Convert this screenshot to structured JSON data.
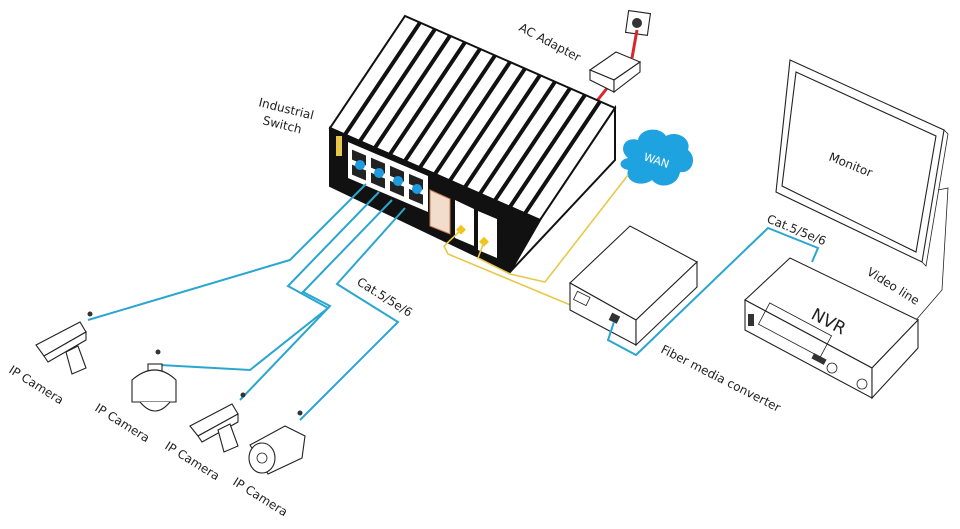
{
  "diagram": {
    "title": "Industrial Switch network topology",
    "labels": {
      "switch": [
        "Industrial",
        "Switch"
      ],
      "ac_adapter": "AC Adapter",
      "wan": "WAN",
      "monitor": "Monitor",
      "nvr": "NVR",
      "video_line": "Video line",
      "fiber_converter": "Fiber media converter",
      "cable_left": "Cat.5/5e/6",
      "cable_right": "Cat.5/5e/6",
      "camera_1": "IP Camera",
      "camera_2": "IP Camera",
      "camera_3": "IP Camera",
      "camera_4": "IP Camera"
    },
    "colors": {
      "ethernet_cable": "#2aa6cf",
      "fiber_cable": "#e8c84a",
      "power_cable": "#d9262c",
      "wan_cloud": "#1ea3e0",
      "switch_body": "#111111",
      "port_plug": "#1e9be0"
    },
    "nodes": [
      {
        "id": "switch",
        "type": "industrial-switch"
      },
      {
        "id": "ac_adapter",
        "type": "power-adapter"
      },
      {
        "id": "wan",
        "type": "cloud"
      },
      {
        "id": "fiber_converter",
        "type": "media-converter"
      },
      {
        "id": "nvr",
        "type": "nvr"
      },
      {
        "id": "monitor",
        "type": "monitor"
      },
      {
        "id": "camera_1",
        "type": "box-camera"
      },
      {
        "id": "camera_2",
        "type": "dome-camera"
      },
      {
        "id": "camera_3",
        "type": "box-camera"
      },
      {
        "id": "camera_4",
        "type": "bullet-camera"
      }
    ],
    "edges": [
      {
        "from": "ac_adapter",
        "to": "switch",
        "kind": "power"
      },
      {
        "from": "switch",
        "to": "wan",
        "kind": "fiber"
      },
      {
        "from": "switch",
        "to": "fiber_converter",
        "kind": "fiber"
      },
      {
        "from": "fiber_converter",
        "to": "nvr",
        "kind": "ethernet",
        "label": "Cat.5/5e/6"
      },
      {
        "from": "nvr",
        "to": "monitor",
        "kind": "video",
        "label": "Video line"
      },
      {
        "from": "switch",
        "to": "camera_1",
        "kind": "ethernet"
      },
      {
        "from": "switch",
        "to": "camera_2",
        "kind": "ethernet"
      },
      {
        "from": "switch",
        "to": "camera_3",
        "kind": "ethernet"
      },
      {
        "from": "switch",
        "to": "camera_4",
        "kind": "ethernet",
        "label": "Cat.5/5e/6"
      }
    ]
  }
}
